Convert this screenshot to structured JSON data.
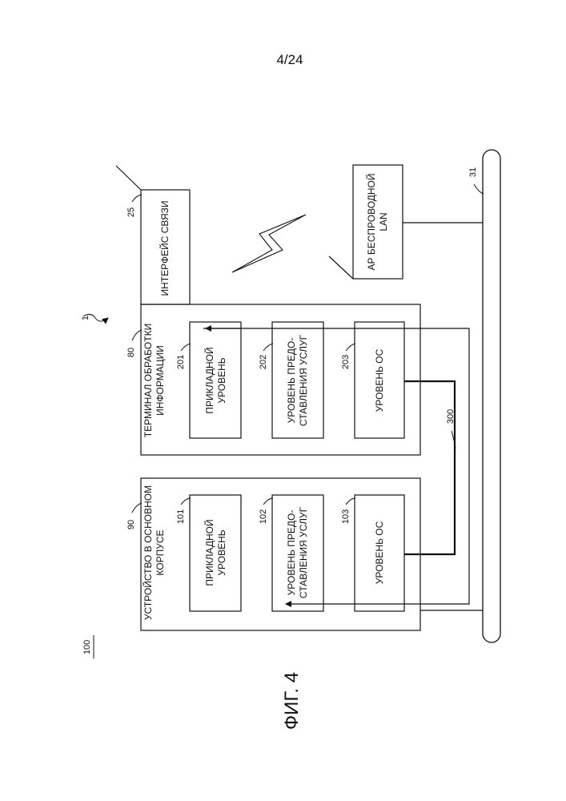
{
  "page_number": "4/24",
  "figure_label": "ФИГ. 4",
  "refs": {
    "system": "100",
    "overall": "1",
    "main_device": "90",
    "terminal": "80",
    "comm_interface": "25",
    "wireless_ap": "31",
    "connection": "300",
    "l101": "101",
    "l102": "102",
    "l103": "103",
    "l201": "201",
    "l202": "202",
    "l203": "203"
  },
  "main_device": {
    "title_line1": "УСТРОЙСТВО В ОСНОВНОМ",
    "title_line2": "КОРПУСЕ",
    "layer1_line1": "ПРИКЛАДНОЙ",
    "layer1_line2": "УРОВЕНЬ",
    "layer2_line1": "УРОВЕНЬ ПРЕДО-",
    "layer2_line2": "СТАВЛЕНИЯ УСЛУГ",
    "layer3": "УРОВЕНЬ ОС"
  },
  "terminal": {
    "title_line1": "ТЕРМИНАЛ ОБРАБОТКИ",
    "title_line2": "ИНФОРМАЦИИ",
    "layer1_line1": "ПРИКЛАДНОЙ",
    "layer1_line2": "УРОВЕНЬ",
    "layer2_line1": "УРОВЕНЬ ПРЕДО-",
    "layer2_line2": "СТАВЛЕНИЯ УСЛУГ",
    "layer3": "УРОВЕНЬ ОС"
  },
  "comm_interface": {
    "label": "ИНТЕРФЕЙС СВЯЗИ"
  },
  "wireless_ap": {
    "label_line1": "АР БЕСПРОВОДНОЙ",
    "label_line2": "LAN"
  }
}
